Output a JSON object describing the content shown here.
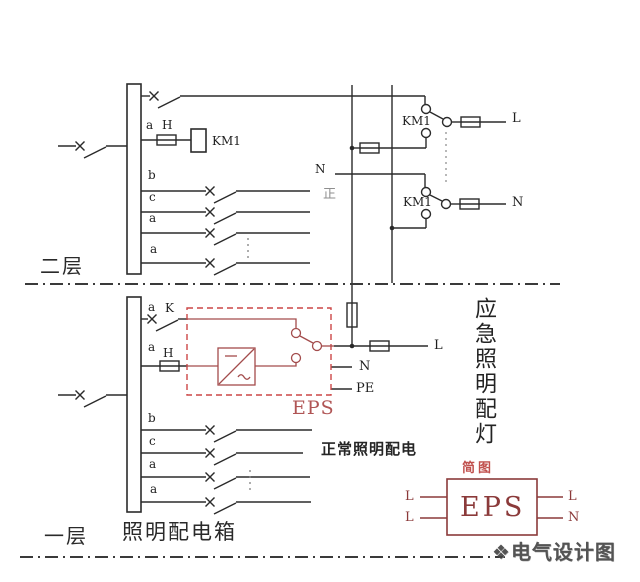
{
  "colors": {
    "line": "#2b2b2b",
    "eps_wire": "#a34c4c",
    "eps_dashed_box": "#cc4747",
    "eps_maroon": "#8b3a3a",
    "caption_red": "#c0504d",
    "watermark_gray": "#424242"
  },
  "floor2": {
    "floor_label": "二层",
    "fuse_label_a": "a",
    "fuse_label_h": "H",
    "coil_label": "KM1",
    "branch_labels": [
      "b",
      "c",
      "a",
      "a"
    ],
    "neutral_label": "N",
    "zheng_label": "正",
    "contact1_label": "KM1",
    "contact1_out": "L",
    "contact2_label": "KM1",
    "contact2_out": "N"
  },
  "floor1": {
    "floor_label": "一层",
    "panel_label": "照明配电箱",
    "k_branch_a": "a",
    "k_branch_k": "K",
    "h_branch_a": "a",
    "h_branch_h": "H",
    "branch_labels": [
      "b",
      "c",
      "a",
      "a"
    ],
    "eps_label": "EPS",
    "out_l": "L",
    "out_n": "N",
    "out_pe": "PE",
    "normal_lighting": "正常照明配电"
  },
  "right_panel": {
    "emergency_title": "应急照明配灯"
  },
  "simplified": {
    "caption": "简图",
    "box_label": "EPS",
    "in_top": "L",
    "in_bottom": "L",
    "out_top": "L",
    "out_bottom": "N"
  },
  "watermark": {
    "logo": "❖",
    "text": "电气设计图"
  }
}
